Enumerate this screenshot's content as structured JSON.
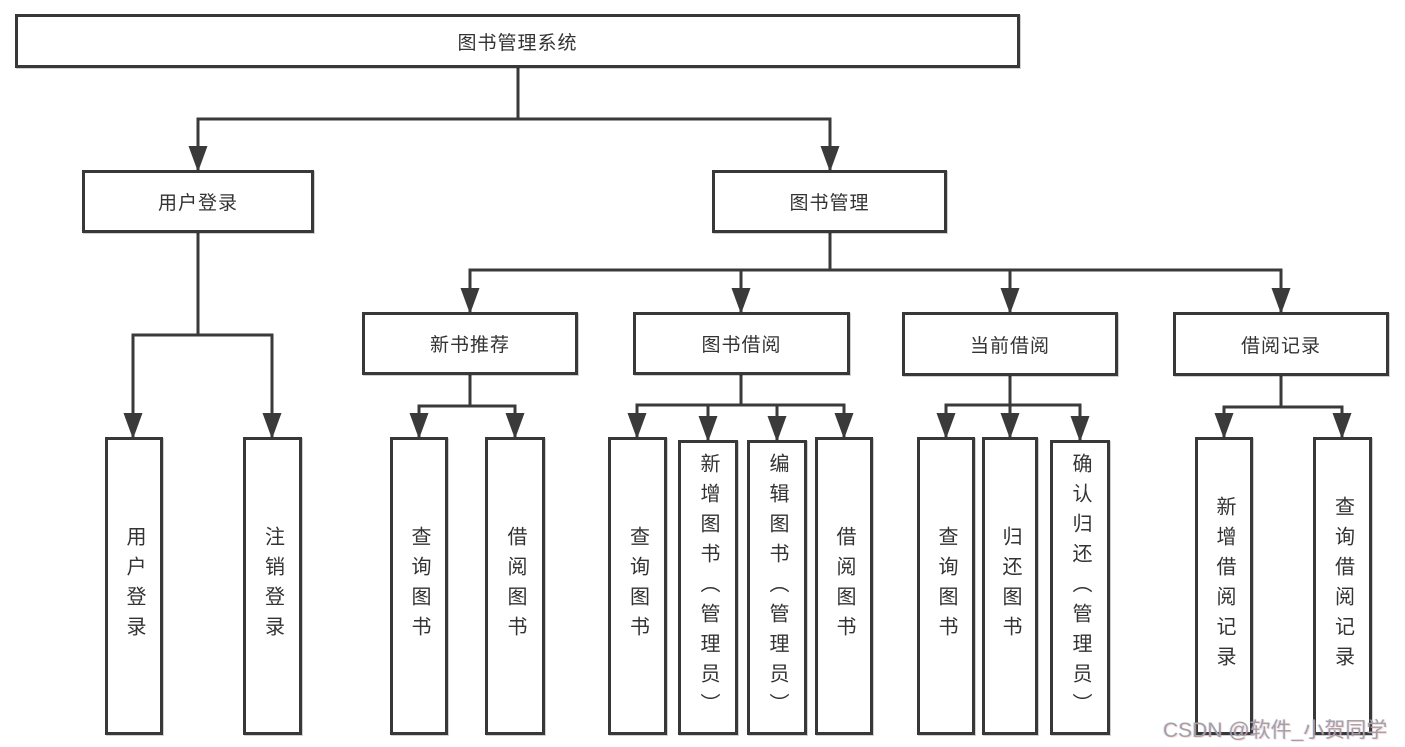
{
  "tree": {
    "label": "图书管理系统",
    "children": [
      {
        "label": "用户登录",
        "children": [
          {
            "label": "用户登录"
          },
          {
            "label": "注销登录"
          }
        ]
      },
      {
        "label": "图书管理",
        "children": [
          {
            "label": "新书推荐",
            "children": [
              {
                "label": "查询图书"
              },
              {
                "label": "借阅图书"
              }
            ]
          },
          {
            "label": "图书借阅",
            "children": [
              {
                "label": "查询图书"
              },
              {
                "label": "新增图书（管理员）"
              },
              {
                "label": "编辑图书（管理员）"
              },
              {
                "label": "借阅图书"
              }
            ]
          },
          {
            "label": "当前借阅",
            "children": [
              {
                "label": "查询图书"
              },
              {
                "label": "归还图书"
              },
              {
                "label": "确认归还（管理员）"
              }
            ]
          },
          {
            "label": "借阅记录",
            "children": [
              {
                "label": "新增借阅记录"
              },
              {
                "label": "查询借阅记录"
              }
            ]
          }
        ]
      }
    ]
  },
  "watermark": {
    "text": "CSDN @软件_小贺同学"
  },
  "colors": {
    "line": "#3a3a3a",
    "border": "#383838",
    "text": "#333333",
    "background": "#ffffff",
    "watermark": "#a2a2a6"
  }
}
